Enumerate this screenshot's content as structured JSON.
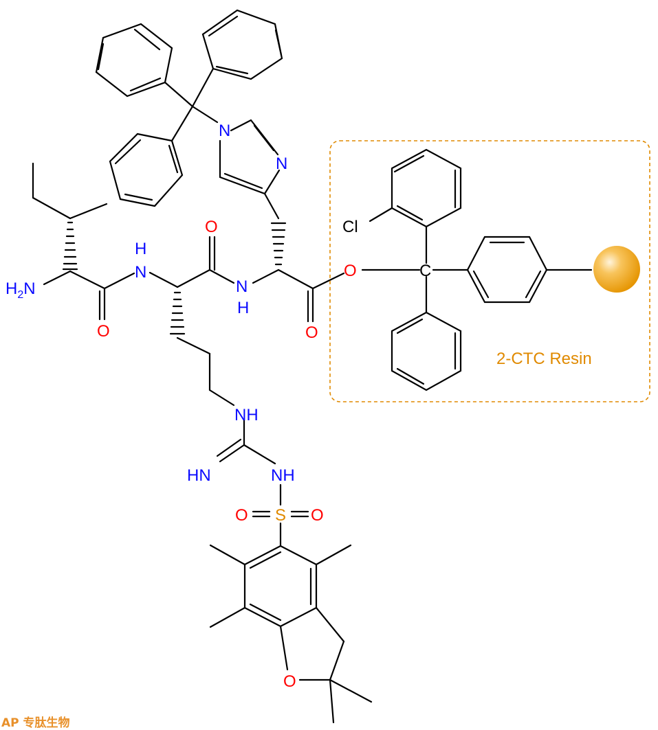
{
  "atom_labels": {
    "h2n": "H2N",
    "nh_ile": "H",
    "nh_ile_n": "N",
    "o_ile": "O",
    "o_arg": "O",
    "nh_arg": "N",
    "nh_arg_h": "H",
    "n1_his": "N",
    "n3_his": "N",
    "o_his": "O",
    "o_ester": "O",
    "c_trityl": "C",
    "cl": "Cl",
    "nh_side": "NH",
    "hn_imine": "HN",
    "nh_sulfon": "NH",
    "s": "S",
    "o_s_left": "O",
    "o_s_right": "O",
    "o_ring": "O"
  },
  "resin_label": "2-CTC Resin",
  "watermark": "AP 专肽生物",
  "colors": {
    "nitrogen": "#0a0aff",
    "oxygen": "#ff0000",
    "sulfur": "#e08a00",
    "resin_box": "#e08a00",
    "bead": "#f2a41e"
  }
}
